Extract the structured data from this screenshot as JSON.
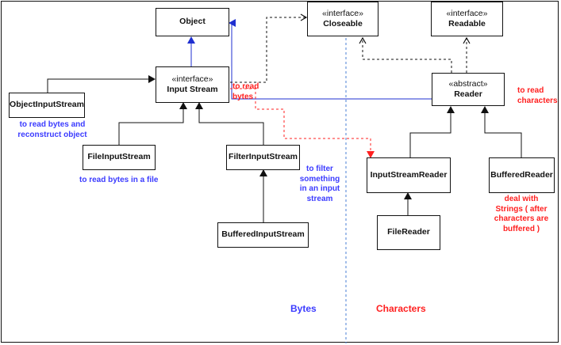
{
  "colors": {
    "border": "#111111",
    "blue_line": "#1f2fd0",
    "blue_text": "#3b3bff",
    "red": "#ff2020",
    "divider": "#4a7fd6"
  },
  "nodes": {
    "object": {
      "name": "Object"
    },
    "closeable": {
      "stereotype": "«interface»",
      "name": "Closeable"
    },
    "readable": {
      "stereotype": "«interface»",
      "name": "Readable"
    },
    "input_stream": {
      "stereotype": "«interface»",
      "name": "Input Stream"
    },
    "reader": {
      "stereotype": "«abstract»",
      "name": "Reader"
    },
    "object_input_stream": {
      "name": "ObjectInputStream"
    },
    "file_input_stream": {
      "name": "FileInputStream"
    },
    "filter_input_stream": {
      "name": "FilterInputStream"
    },
    "buffered_input_stream": {
      "name": "BufferedInputStream"
    },
    "input_stream_reader": {
      "name": "InputStreamReader"
    },
    "file_reader": {
      "name": "FileReader"
    },
    "buffered_reader": {
      "name": "BufferedReader"
    }
  },
  "notes": {
    "object_input_stream": [
      "to read bytes and",
      "reconstruct object"
    ],
    "file_input_stream": [
      "to read bytes in a file"
    ],
    "filter_input_stream": [
      "to filter",
      "something",
      "in an input",
      "stream"
    ],
    "input_stream": [
      "to read",
      "bytes"
    ],
    "reader": [
      "to read",
      "characters"
    ],
    "buffered_reader": [
      "deal with",
      "Strings ( after",
      "characters are",
      "buffered )"
    ]
  },
  "sections": {
    "bytes": "Bytes",
    "characters": "Characters"
  }
}
